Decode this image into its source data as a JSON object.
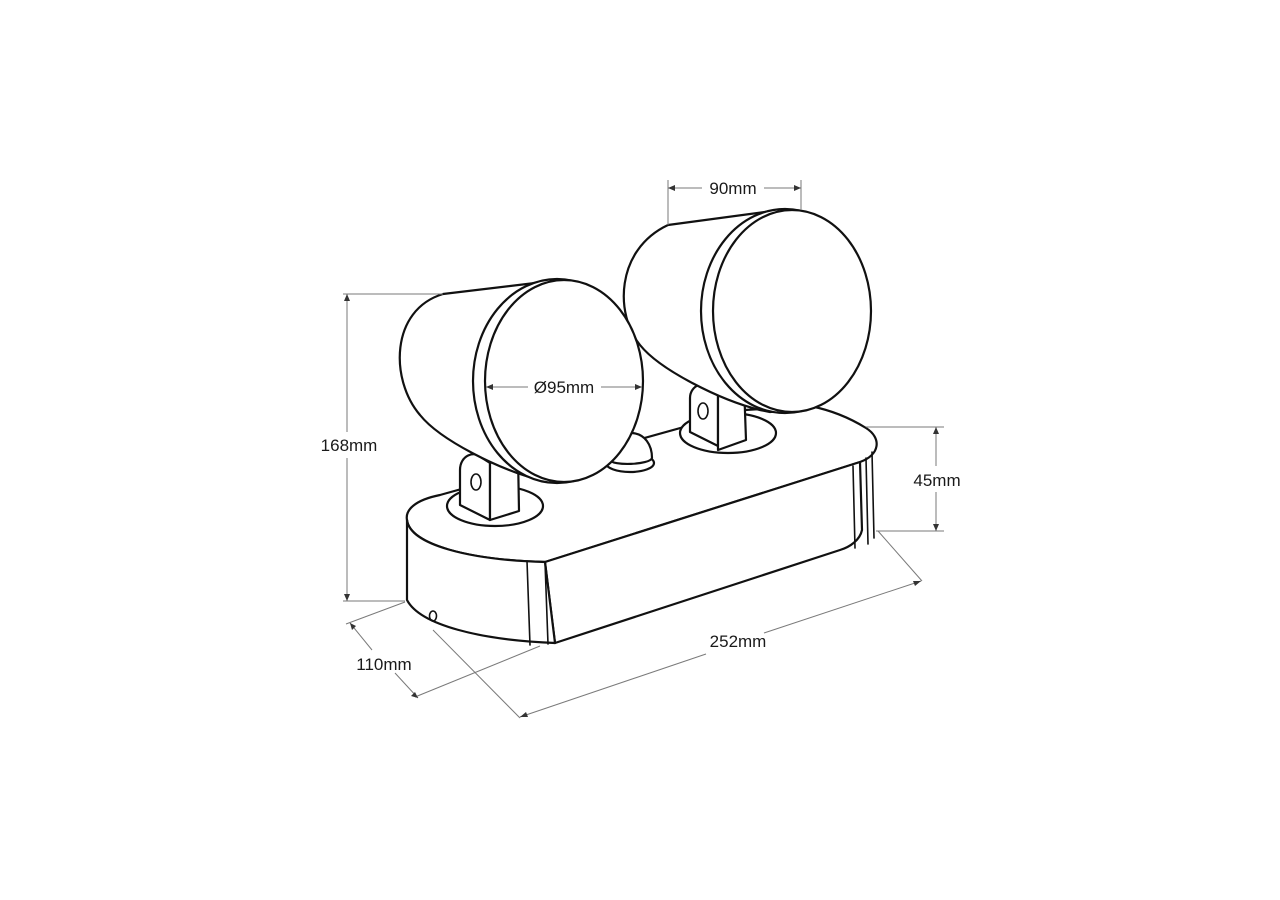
{
  "figure": {
    "subject": "Twin spotlight emergency light fixture",
    "view": "isometric line drawing",
    "line_color": "#111111",
    "dimension_line_color": "#7a7a7a",
    "background": "#ffffff"
  },
  "dimensions": {
    "head_depth": "90mm",
    "head_diameter": "Ø95mm",
    "overall_height": "168mm",
    "base_height": "45mm",
    "base_width": "110mm",
    "base_length": "252mm"
  },
  "components": {
    "left_head": "spotlight-head-left",
    "right_head": "spotlight-head-right",
    "left_bracket": "pivot-bracket-left",
    "right_bracket": "pivot-bracket-right",
    "sensor": "sensor-dome",
    "base": "base-housing",
    "indicator": "indicator-hole"
  }
}
